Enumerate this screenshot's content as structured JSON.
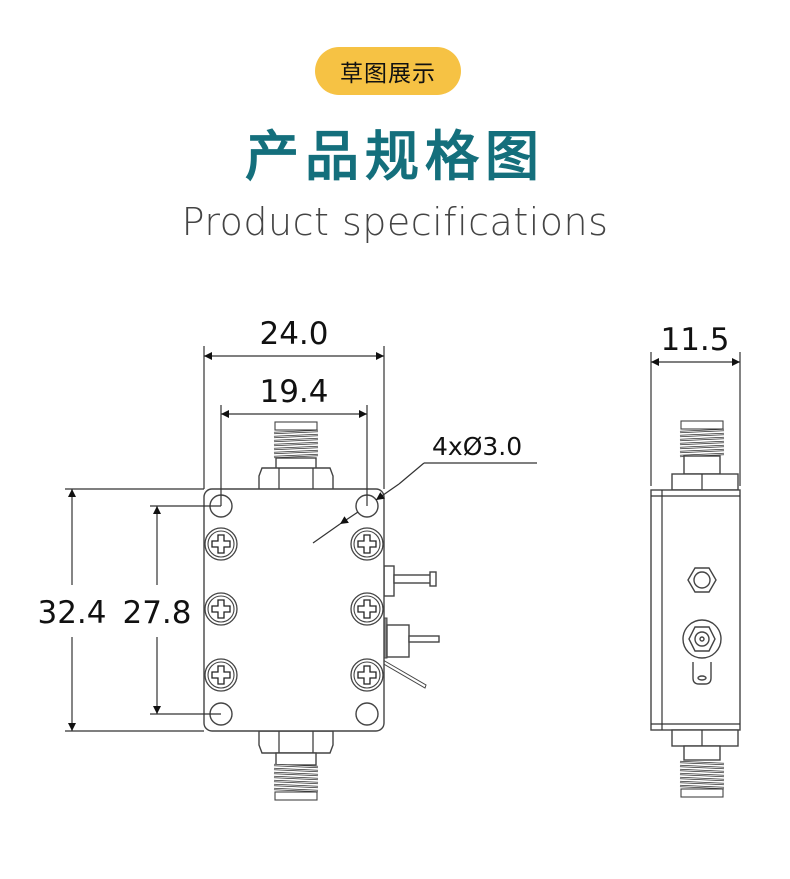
{
  "header": {
    "badge": "草图展示",
    "title": "产品规格图",
    "subtitle": "Product specifications"
  },
  "colors": {
    "badge_bg": "#f6c244",
    "title": "#146f7c",
    "subtitle": "#444444",
    "line": "#333333"
  },
  "front_view": {
    "dim_overall_width": "24.0",
    "dim_hole_spacing_width": "19.4",
    "dim_overall_height": "32.4",
    "dim_hole_spacing_height": "27.8",
    "hole_note": "4xØ3.0"
  },
  "side_view": {
    "dim_thickness": "11.5"
  }
}
